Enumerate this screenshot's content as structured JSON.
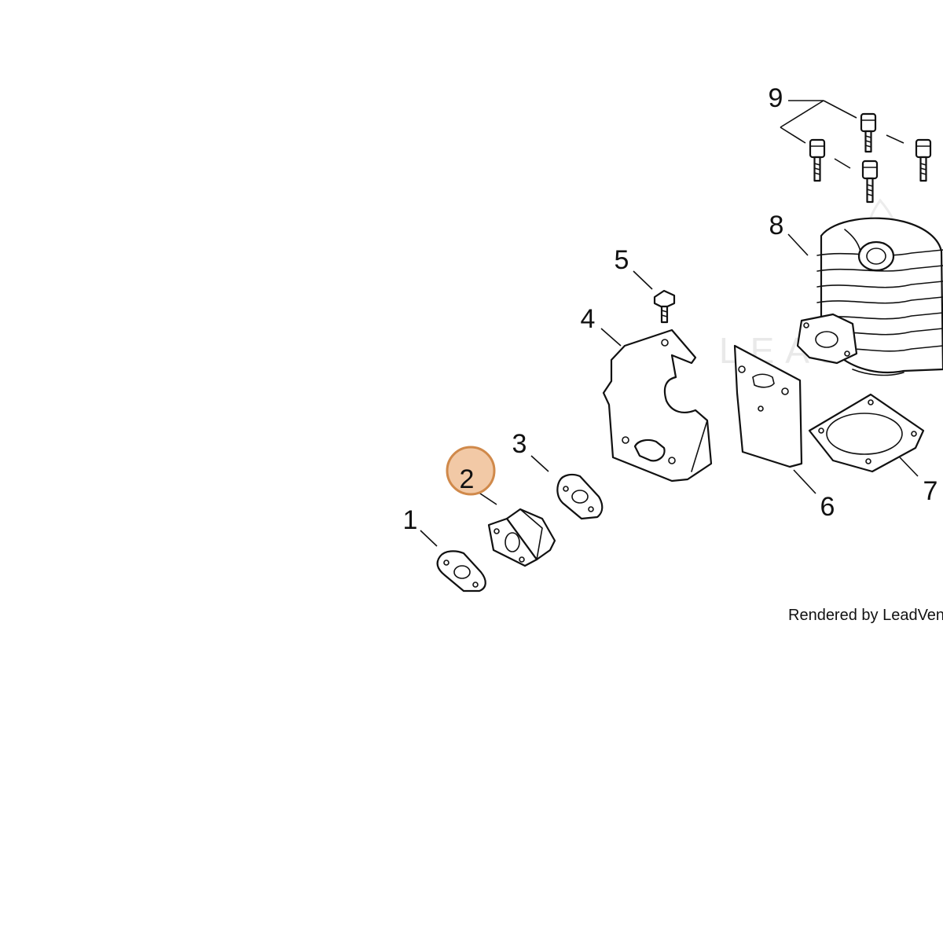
{
  "diagram": {
    "callouts": [
      "1",
      "2",
      "3",
      "4",
      "5",
      "6",
      "7",
      "8",
      "9"
    ],
    "selected_callout": "2",
    "highlight_fill": "#F2C9A6",
    "highlight_stroke": "#D0894A",
    "watermark": "LEADVENTURE",
    "footer": "Rendered by LeadVentur"
  }
}
